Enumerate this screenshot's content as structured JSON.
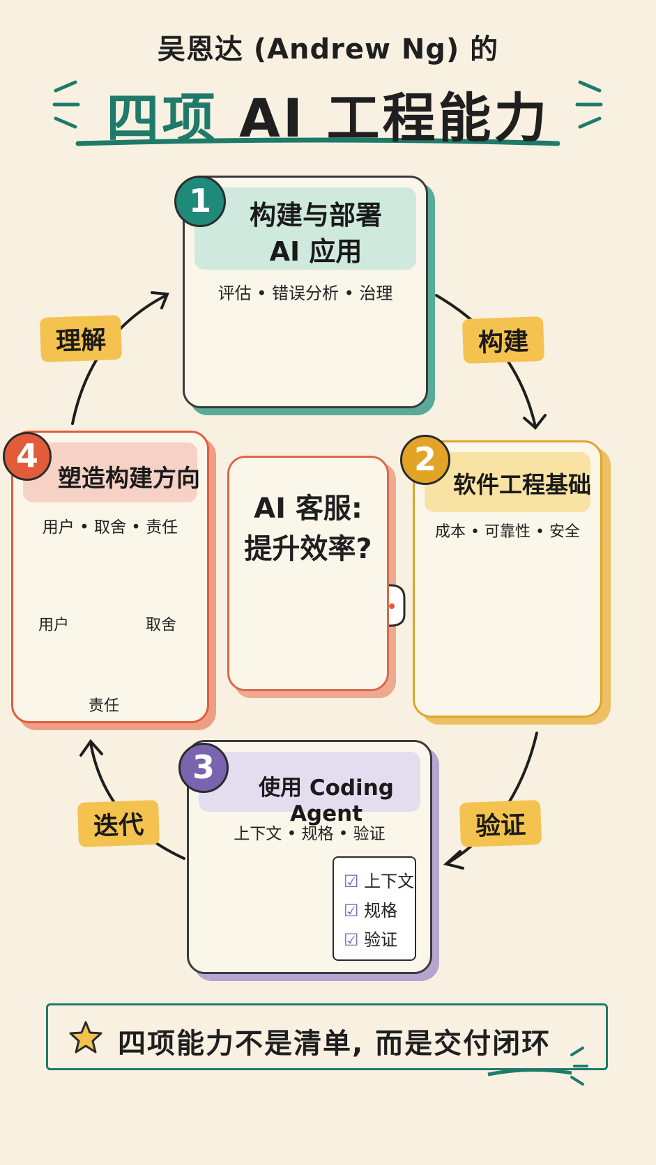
{
  "header": {
    "subtitle": "吴恩达 (Andrew Ng) 的",
    "title_highlight": "四项",
    "title_rest": "AI 工程能力"
  },
  "cards": [
    {
      "number": "1",
      "title_line1": "构建与部署",
      "title_line2": "AI 应用",
      "subtitle": "评估 • 错误分析 • 治理",
      "color": "#1f8a7a",
      "head_bg": "#cfe9df",
      "border": "#2a2a2a",
      "shadow": "#2f9a86"
    },
    {
      "number": "2",
      "title": "软件工程基础",
      "subtitle": "成本 • 可靠性 • 安全",
      "color": "#e3a327",
      "head_bg": "#f8e2a4",
      "shadow": "#e8b444"
    },
    {
      "number": "3",
      "title": "使用 Coding Agent",
      "subtitle": "上下文 • 规格 • 验证",
      "color": "#7a63b0",
      "head_bg": "#e4dcef",
      "shadow": "#9a86c7",
      "checklist": [
        "上下文",
        "规格",
        "验证"
      ]
    },
    {
      "number": "4",
      "title": "塑造构建方向",
      "subtitle": "用户 • 取舍 • 责任",
      "color": "#e25c3a",
      "head_bg": "#f6d2c6",
      "shadow": "#e87a5c",
      "labels": {
        "users": "用户",
        "tradeoff": "取舍",
        "responsibility": "责任"
      }
    }
  ],
  "center": {
    "line1": "AI 客服:",
    "line2": "提升效率?",
    "border": "#d9694a"
  },
  "cycle_tags": {
    "build": "构建",
    "verify": "验证",
    "iterate": "迭代",
    "understand": "理解"
  },
  "footer": {
    "text": "四项能力不是清单, 而是交付闭环",
    "icon": "star-icon"
  },
  "colors": {
    "teal": "#1f7a6a",
    "yellow": "#f4c24e",
    "background": "#f8f1e2"
  }
}
